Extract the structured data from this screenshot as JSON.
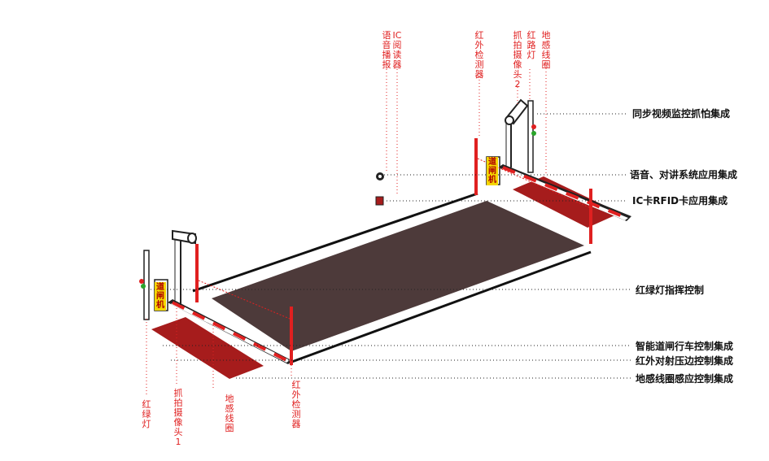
{
  "colors": {
    "road": "#4d3a3a",
    "loop": "#a61c1c",
    "accent": "#e02020",
    "gate": "#f4d600"
  },
  "labels": {
    "voice_broadcast": "语音播报",
    "ic_reader": "IC阅读器",
    "ir_detector_top": "红外检测器",
    "camera2": "抓拍摄像头2",
    "red_light_top": "红路灯",
    "loop_top": "地感线圈",
    "red_green_light_bottom": "红绿灯",
    "camera1": "抓拍摄像头1",
    "loop_bottom": "地感线圈",
    "ir_detector_bottom": "红外检测器",
    "gate_top": "道闸机",
    "gate_bottom": "道闸机"
  },
  "right_labels": {
    "video_capture": "同步视频监控抓怕集成",
    "voice_intercom": "语音、对讲系统应用集成",
    "ic_rfid": "IC卡RFID卡应用集成",
    "traffic_light": "红绿灯指挥控制",
    "smart_gate": "智能道闸行车控制集成",
    "ir_edge": "红外对射压边控制集成",
    "loop_sense": "地感线圈感应控制集成"
  }
}
